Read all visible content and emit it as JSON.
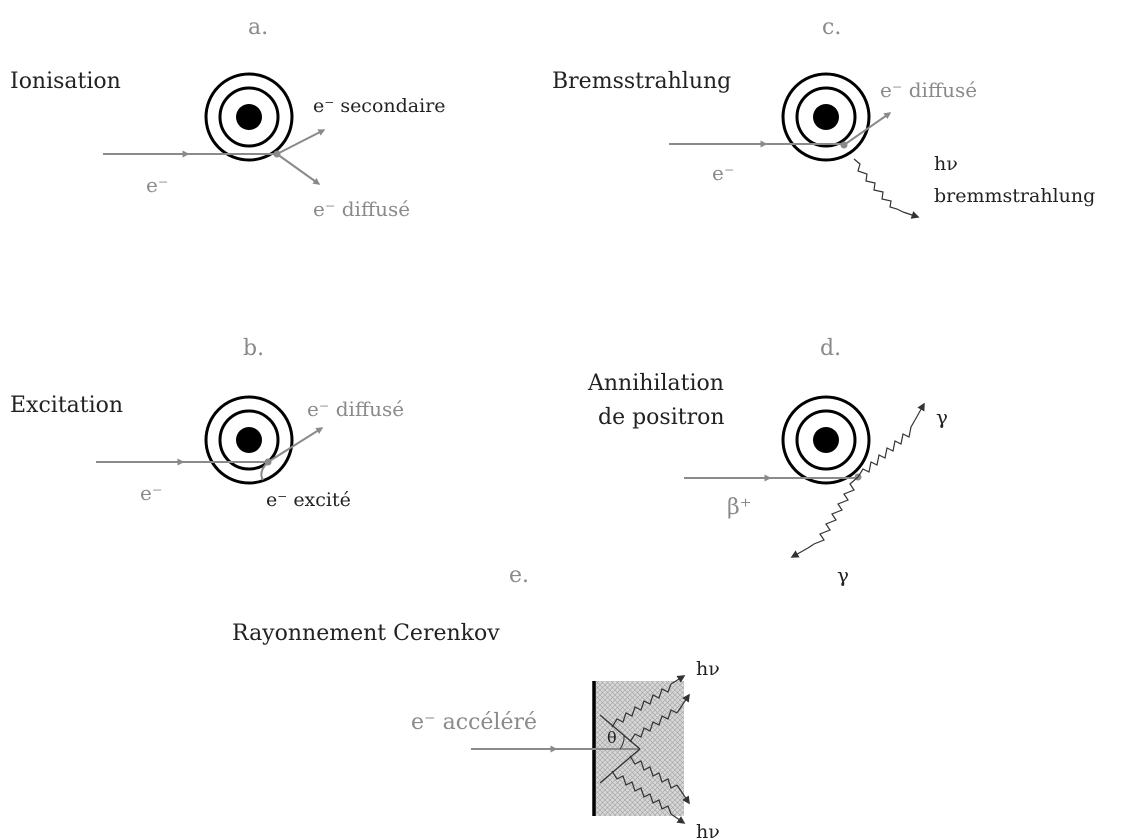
{
  "panels": {
    "a": {
      "letter": "a.",
      "title": "Ionisation",
      "incident": "e⁻",
      "secondary": "e⁻ secondaire",
      "scattered": "e⁻ diffusé"
    },
    "b": {
      "letter": "b.",
      "title": "Excitation",
      "incident": "e⁻",
      "scattered": "e⁻ diffusé",
      "excited": "e⁻ excité"
    },
    "c": {
      "letter": "c.",
      "title": "Bremsstrahlung",
      "incident": "e⁻",
      "scattered": "e⁻ diffusé",
      "photon": "hν",
      "photon_label": "bremmstrahlung"
    },
    "d": {
      "letter": "d.",
      "title_line1": "Annihilation",
      "title_line2": "de positron",
      "incident": "β⁺",
      "gamma1": "γ",
      "gamma2": "γ"
    },
    "e": {
      "letter": "e.",
      "title": "Rayonnement Cerenkov",
      "incident": "e⁻ accéléré",
      "angle": "θ",
      "photon_top": "hν",
      "photon_bottom": "hν"
    }
  },
  "colors": {
    "line": "#8a8a8a",
    "dark": "#222222",
    "atom": "#000000",
    "medium": "#cfcfcf"
  }
}
